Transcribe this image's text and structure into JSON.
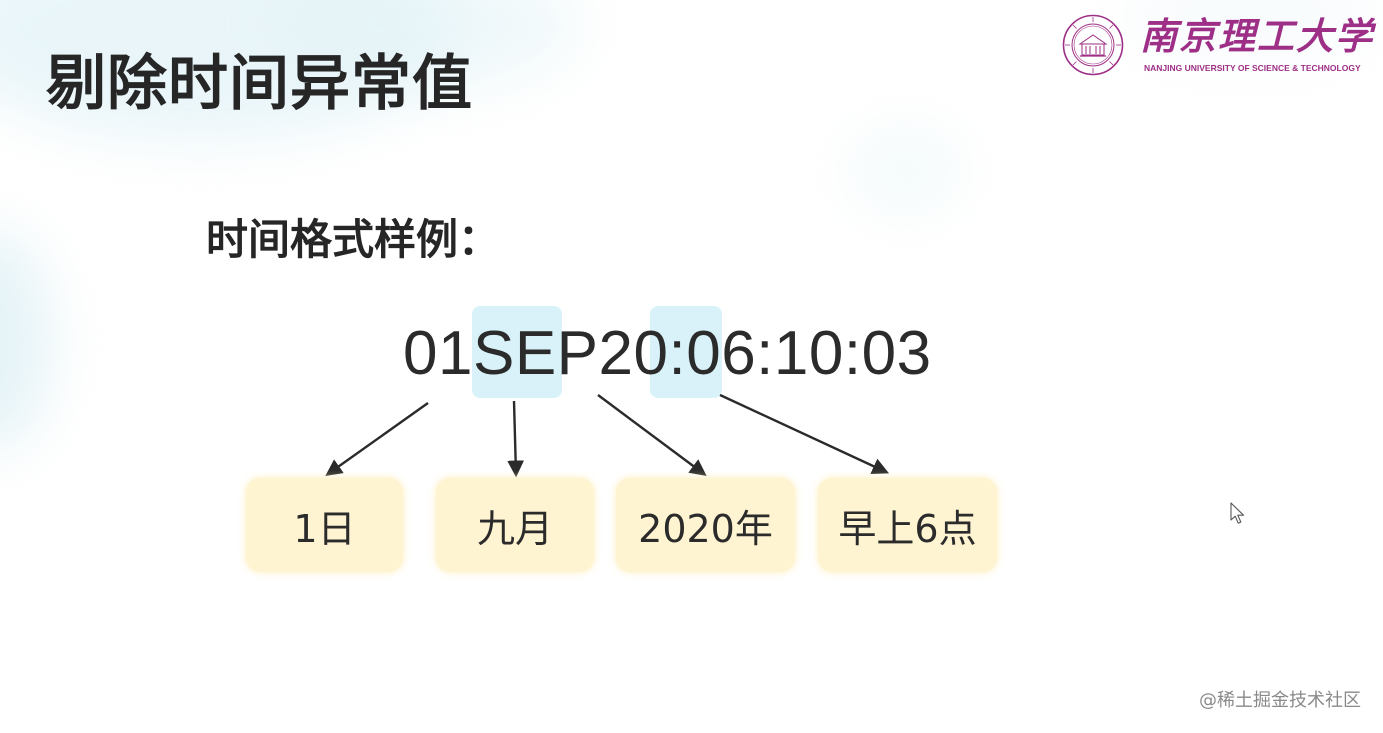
{
  "slide": {
    "title": "剔除时间异常值",
    "logo": {
      "name_cn": "南京理工大学",
      "name_en": "NANJING UNIVERSITY OF SCIENCE & TECHNOLOGY",
      "brand_color": "#9e2f86"
    },
    "section_heading": "时间格式样例：",
    "time_example": {
      "text": "01SEP20:06:10:03",
      "highlight_color": "#d9f2f9"
    },
    "meanings": [
      {
        "label": "1日"
      },
      {
        "label": "九月"
      },
      {
        "label": "2020年"
      },
      {
        "label": "早上6点"
      }
    ],
    "card_color": "#fff4d2",
    "watermark": "@稀土掘金技术社区"
  }
}
